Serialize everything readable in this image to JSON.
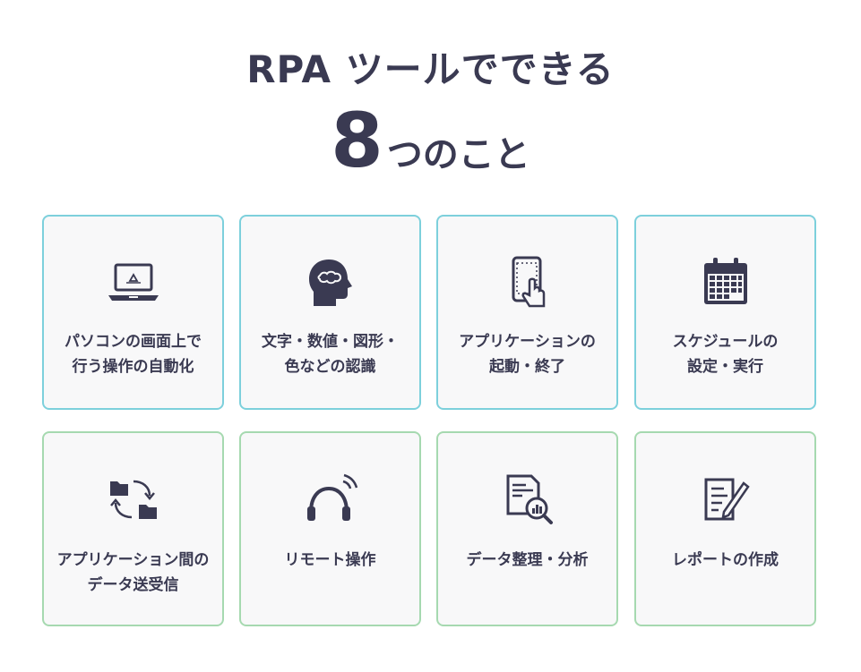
{
  "title_line1": "RPA ツールでできる",
  "title_number": "8",
  "title_rest": "つのこと",
  "cards": [
    {
      "label": "パソコンの画面上で\n行う操作の自動化",
      "icon": "laptop-recycle-icon"
    },
    {
      "label": "文字・数値・図形・\n色などの認識",
      "icon": "brain-head-icon"
    },
    {
      "label": "アプリケーションの\n起動・終了",
      "icon": "tablet-touch-icon"
    },
    {
      "label": "スケジュールの\n設定・実行",
      "icon": "calendar-icon"
    },
    {
      "label": "アプリケーション間の\nデータ送受信",
      "icon": "folder-sync-icon"
    },
    {
      "label": "リモート操作",
      "icon": "headset-signal-icon"
    },
    {
      "label": "データ整理・分析",
      "icon": "document-magnifier-icon"
    },
    {
      "label": "レポートの作成",
      "icon": "report-pen-icon"
    }
  ],
  "colors": {
    "text": "#3a3a52",
    "border_row1": "#7dd0dc",
    "border_row2": "#a6d9b0",
    "card_bg": "#f8f8f9"
  }
}
